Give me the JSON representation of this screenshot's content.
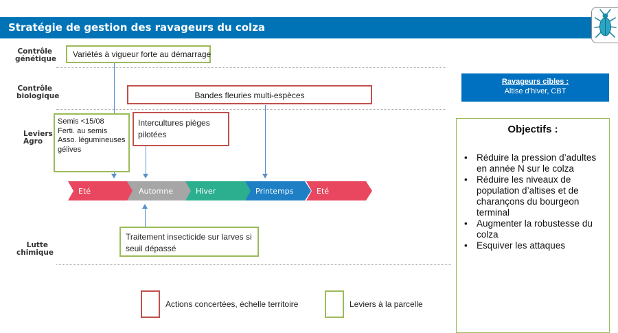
{
  "title": "Stratégie de gestion des ravageurs du colza",
  "logo": "beetle-insect-logo",
  "row_labels": {
    "genetique": [
      "Contrôle",
      "génétique"
    ],
    "biologique": [
      "Contrôle",
      "biologique"
    ],
    "agro": [
      "Leviers",
      "Agro"
    ],
    "chimique": [
      "Lutte",
      "chimique"
    ]
  },
  "boxes": {
    "varietes": "Variétés à vigueur forte au démarrage",
    "bandes": "Bandes fleuries multi-espèces",
    "semis": [
      "Semis <15/08",
      "Ferti. au semis",
      "Asso. légumineuses",
      "gélives"
    ],
    "intercultures": [
      "Intercultures pièges",
      "pilotées"
    ],
    "traitement": [
      "Traitement insecticide sur larves si",
      "seuil dépassé"
    ]
  },
  "seasons": [
    {
      "label": "Eté",
      "color": "#e8475f"
    },
    {
      "label": "Automne",
      "color": "#a6a6a6"
    },
    {
      "label": "Hiver",
      "color": "#2baf8f"
    },
    {
      "label": "Printemps",
      "color": "#1f7fc4"
    },
    {
      "label": "Eté",
      "color": "#e8475f"
    }
  ],
  "ravageurs": {
    "title": "Ravageurs cibles :",
    "text": "Altise d’hiver, CBT"
  },
  "objectifs": {
    "title": "Objectifs :",
    "items": [
      "Réduire la pression d’adultes en année N sur le colza",
      "Réduire les niveaux de population d’altises et de charançons du bourgeon terminal",
      "Augmenter la robustesse du colza",
      "Esquiver les attaques"
    ]
  },
  "legend": {
    "red_label": "Actions concertées, échelle territoire",
    "green_label": "Leviers à la parcelle"
  }
}
